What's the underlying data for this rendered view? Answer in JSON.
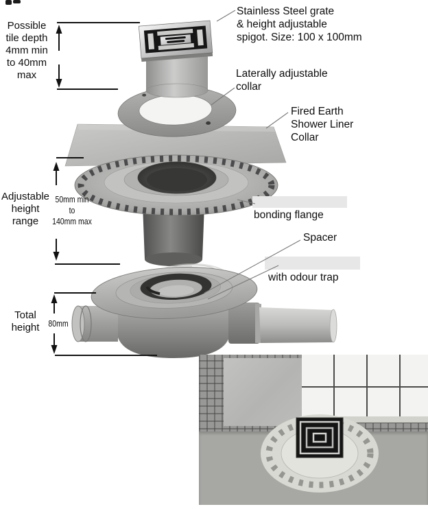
{
  "annotations": {
    "tile_depth": {
      "lines": [
        "Possible",
        "tile depth",
        "4mm min",
        "to 40mm",
        "max"
      ]
    },
    "grate_label": {
      "lines": [
        "Stainless Steel  grate",
        "& height adjustable",
        "spigot. Size: 100 x 100mm"
      ]
    },
    "collar_label": {
      "lines": [
        "Laterally adjustable",
        "collar"
      ]
    },
    "liner_label": {
      "lines": [
        "Fired Earth",
        "Shower Liner",
        "Collar"
      ]
    },
    "adjustable_height": {
      "lines": [
        "Adjustable",
        "height",
        "range"
      ]
    },
    "adjustable_height_value": {
      "lines": [
        "50mm min",
        "to",
        "140mm max"
      ]
    },
    "bonding_label": "bonding flange",
    "spacer_label": "Spacer",
    "odour_label": "with odour trap",
    "total_height": {
      "lines": [
        "Total",
        "height"
      ]
    },
    "total_height_value": "80mm"
  },
  "colors": {
    "background": "#ffffff",
    "text": "#0d0d0d",
    "dimension_lines": "#111111",
    "leader_lines": "#7a7a7a",
    "whiteout_box": "#e7e7e7",
    "part_gray": "#a0a09e",
    "grate_dark": "#161616",
    "photo_tile": "#f3f3f1",
    "photo_grout": "#4b4b49",
    "photo_screed": "#a7a7a4"
  }
}
